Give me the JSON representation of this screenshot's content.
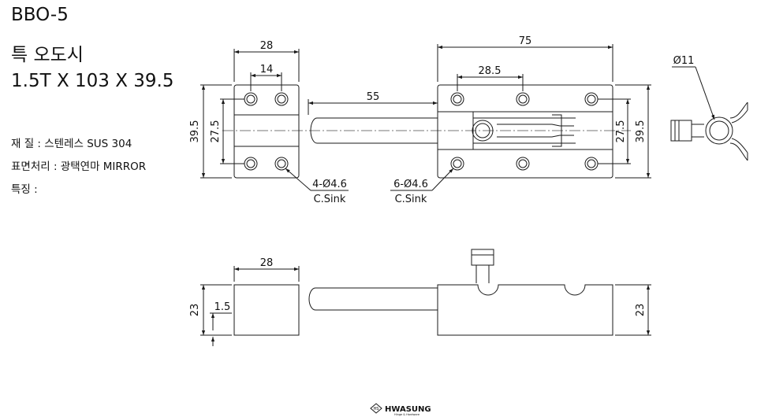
{
  "title": {
    "model": "BBO-5",
    "name": "특 오도시",
    "dimensions": "1.5T X 103 X 39.5"
  },
  "specs": {
    "material": "재 질 : 스텐레스 SUS 304",
    "finish": "표면처리 : 광택연마 MIRROR",
    "features": "특징 :"
  },
  "top_view": {
    "keeper_width": "28",
    "keeper_hole_pitch": "14",
    "keeper_height": "39.5",
    "keeper_hole_vpitch": "27.5",
    "bolt_extension": "55",
    "body_length": "75",
    "body_hole_pitch": "28.5",
    "body_hole_vpitch": "27.5",
    "body_height": "39.5",
    "keeper_holes_line1": "4-Ø4.6",
    "keeper_holes_line2": "C.Sink",
    "body_holes_line1": "6-Ø4.6",
    "body_holes_line2": "C.Sink"
  },
  "end_view": {
    "diameter": "Ø11"
  },
  "side_view": {
    "keeper_width": "28",
    "keeper_height": "23",
    "thickness": "1.5",
    "body_height": "23"
  },
  "logo": {
    "badge": "HS",
    "brand": "HWASUNG",
    "tagline": "Hinge & Hardware"
  },
  "colors": {
    "line": "#1a1a1a",
    "centerline": "#777777",
    "background": "#ffffff"
  }
}
